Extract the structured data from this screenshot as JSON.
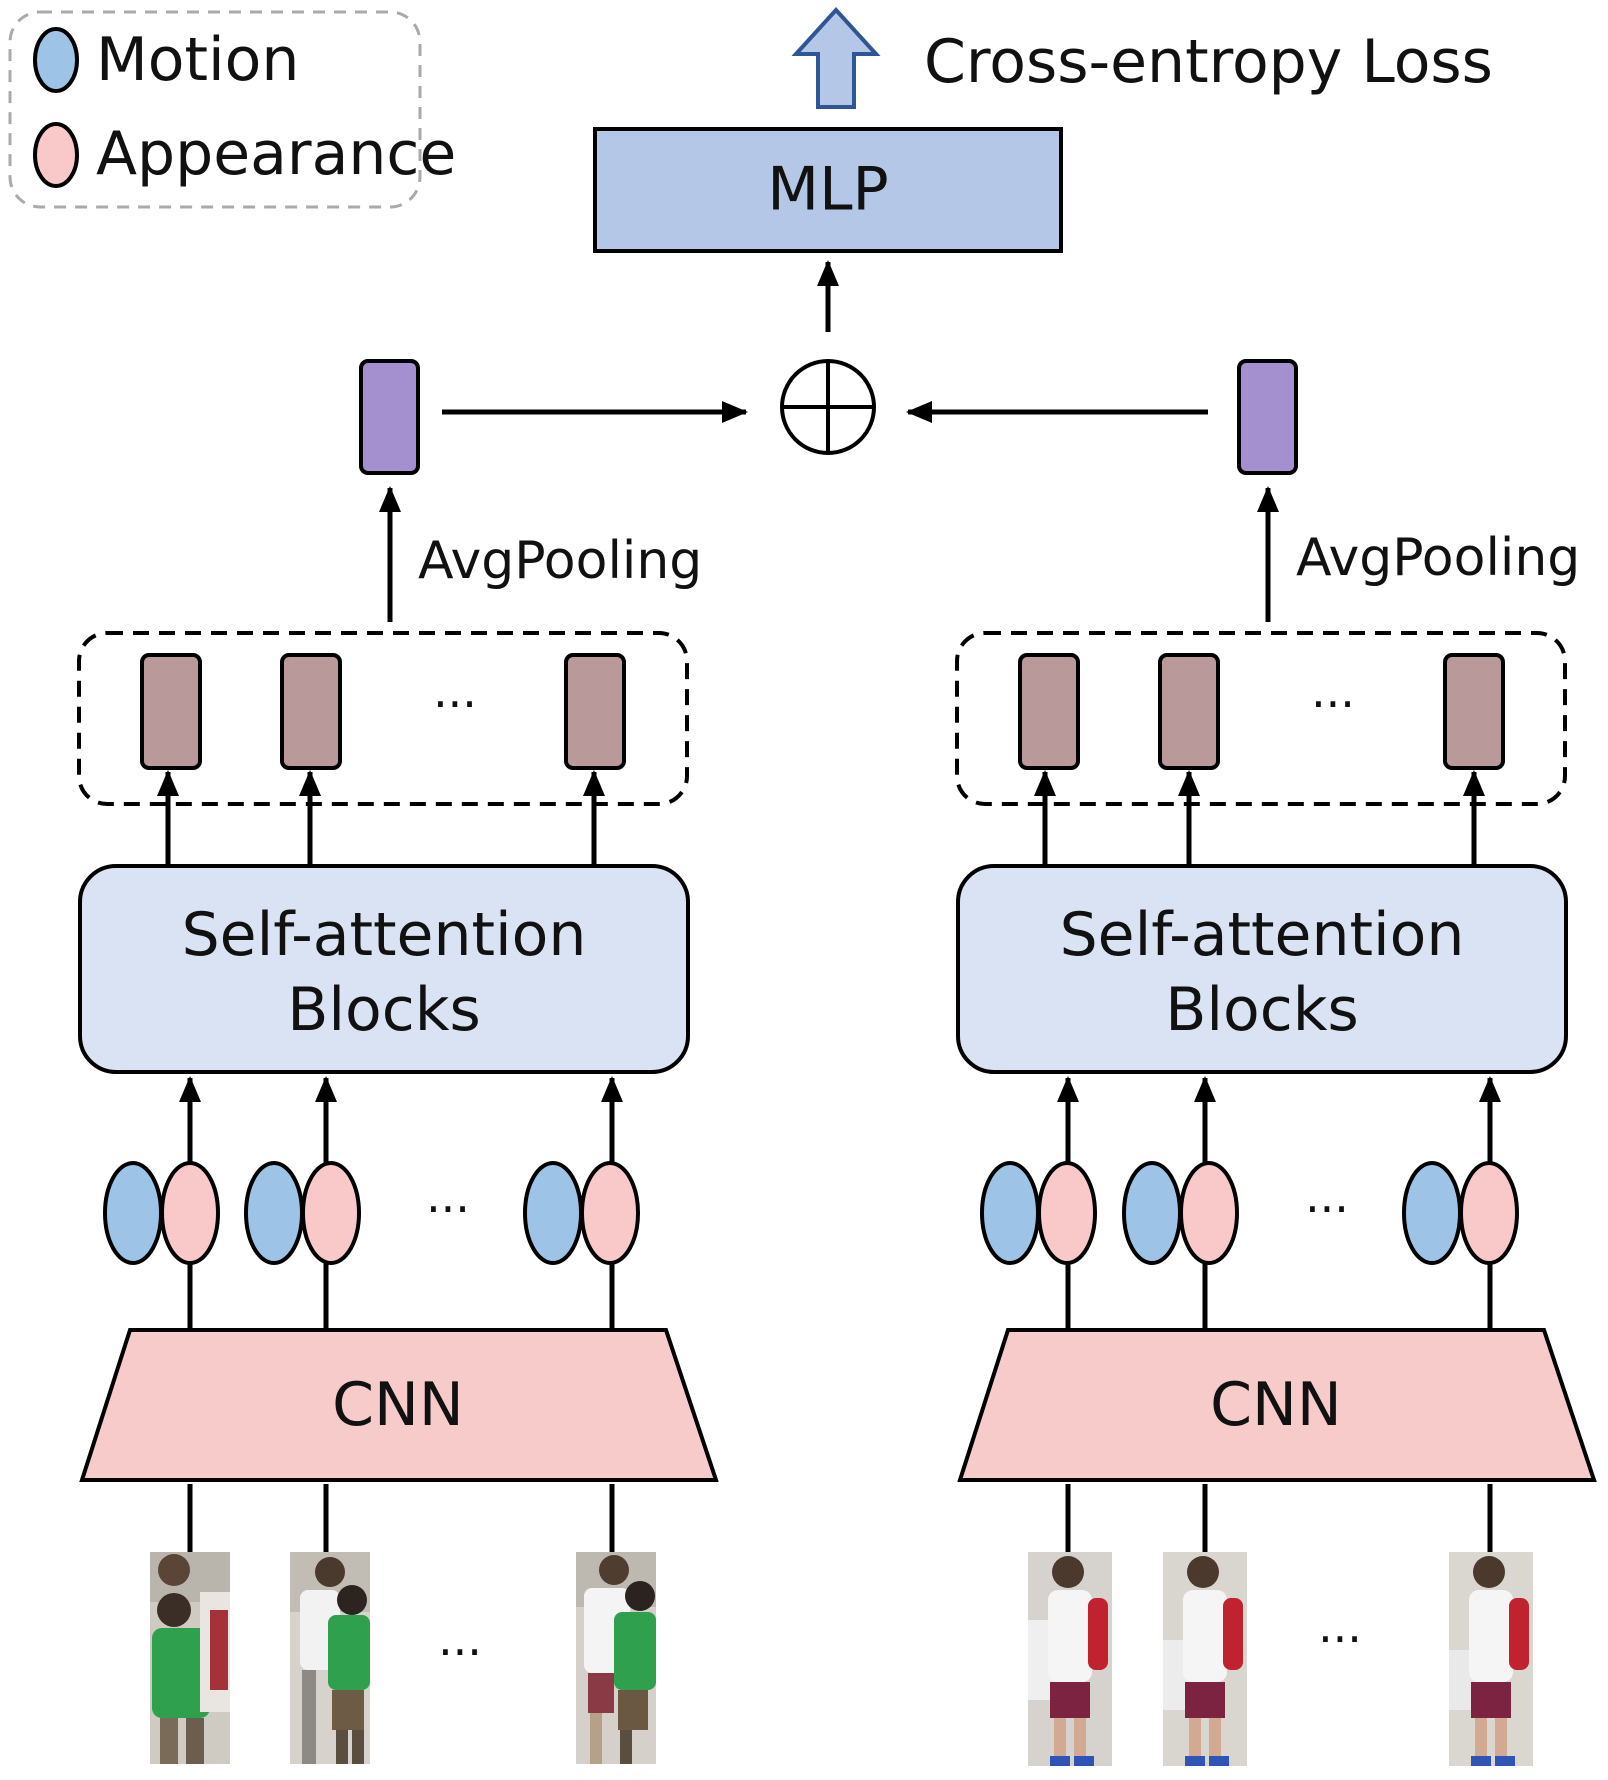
{
  "legend": {
    "motion_label": "Motion",
    "appearance_label": "Appearance"
  },
  "top": {
    "loss_label": "Cross-entropy Loss",
    "mlp_label": "MLP"
  },
  "branches": [
    {
      "pool_label": "AvgPooling",
      "attention_label_line1": "Self-attention",
      "attention_label_line2": "Blocks",
      "cnn_label": "CNN",
      "token_ellipsis": "···",
      "pair_ellipsis": "···",
      "frame_ellipsis": "···",
      "frame_subject": "person in green shirt"
    },
    {
      "pool_label": "AvgPooling",
      "attention_label_line1": "Self-attention",
      "attention_label_line2": "Blocks",
      "cnn_label": "CNN",
      "token_ellipsis": "···",
      "pair_ellipsis": "···",
      "frame_ellipsis": "···",
      "frame_subject": "person in white shirt"
    }
  ],
  "colors": {
    "motion": "#9dc3e6",
    "appearance": "#f8c9c8",
    "mlp": "#b4c7e7",
    "attention": "#dae3f3",
    "cnn": "#f8cbcb",
    "token": "#b9999a",
    "pooled": "#a48fcf",
    "loss_arrow": "#b4c7e7",
    "loss_arrow_stroke": "#2f5597"
  }
}
